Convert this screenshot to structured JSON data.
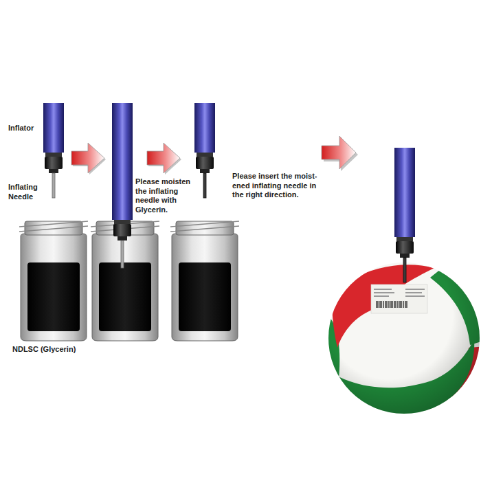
{
  "diagram": {
    "labels": [
      "Inflator",
      "Inflating Needle",
      "Please moisten the inflating needle with Glycerin.",
      "Please insert the moist- ened inflating needle in the right direction.",
      "NDLSC (Glycerin)"
    ]
  }
}
